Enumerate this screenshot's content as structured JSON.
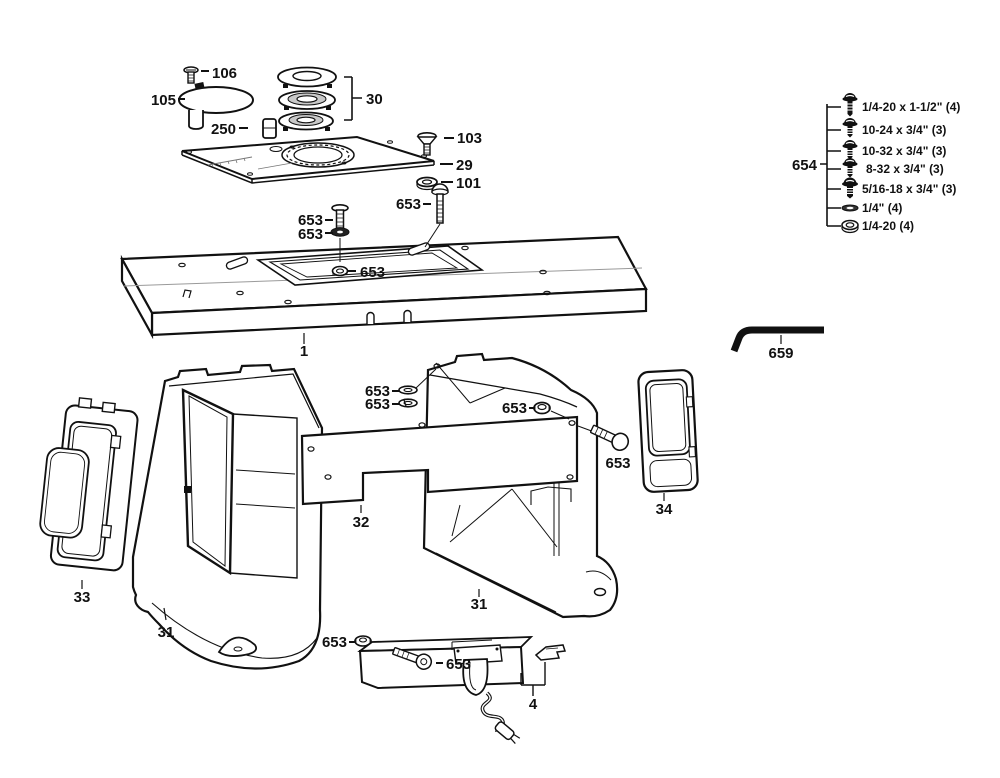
{
  "diagram": {
    "kind": "exploded-parts-view",
    "background_color": "#ffffff",
    "line_color": "#111111"
  },
  "callouts": {
    "c106": "106",
    "c105": "105",
    "c250": "250",
    "c30": "30",
    "c103": "103",
    "c29": "29",
    "c101": "101",
    "c653": "653",
    "c1": "1",
    "c654": "654",
    "c659": "659",
    "c31": "31",
    "c32": "32",
    "c33": "33",
    "c34": "34",
    "c4": "4"
  },
  "hardware_legend": {
    "callout": "654",
    "items": [
      {
        "icon": "pan-head-screw",
        "label": "1/4-20 x 1-1/2\" (4)"
      },
      {
        "icon": "pan-head-screw",
        "label": "10-24 x 3/4\" (3)"
      },
      {
        "icon": "pan-head-screw",
        "label": "10-32 x 3/4\" (3)"
      },
      {
        "icon": "pan-head-screw",
        "label": "8-32 x 3/4\" (3)"
      },
      {
        "icon": "pan-head-screw",
        "label": "5/16-18 x 3/4\" (3)"
      },
      {
        "icon": "flat-washer",
        "label": "1/4\" (4)"
      },
      {
        "icon": "hex-nut",
        "label": "1/4-20 (4)"
      }
    ]
  }
}
